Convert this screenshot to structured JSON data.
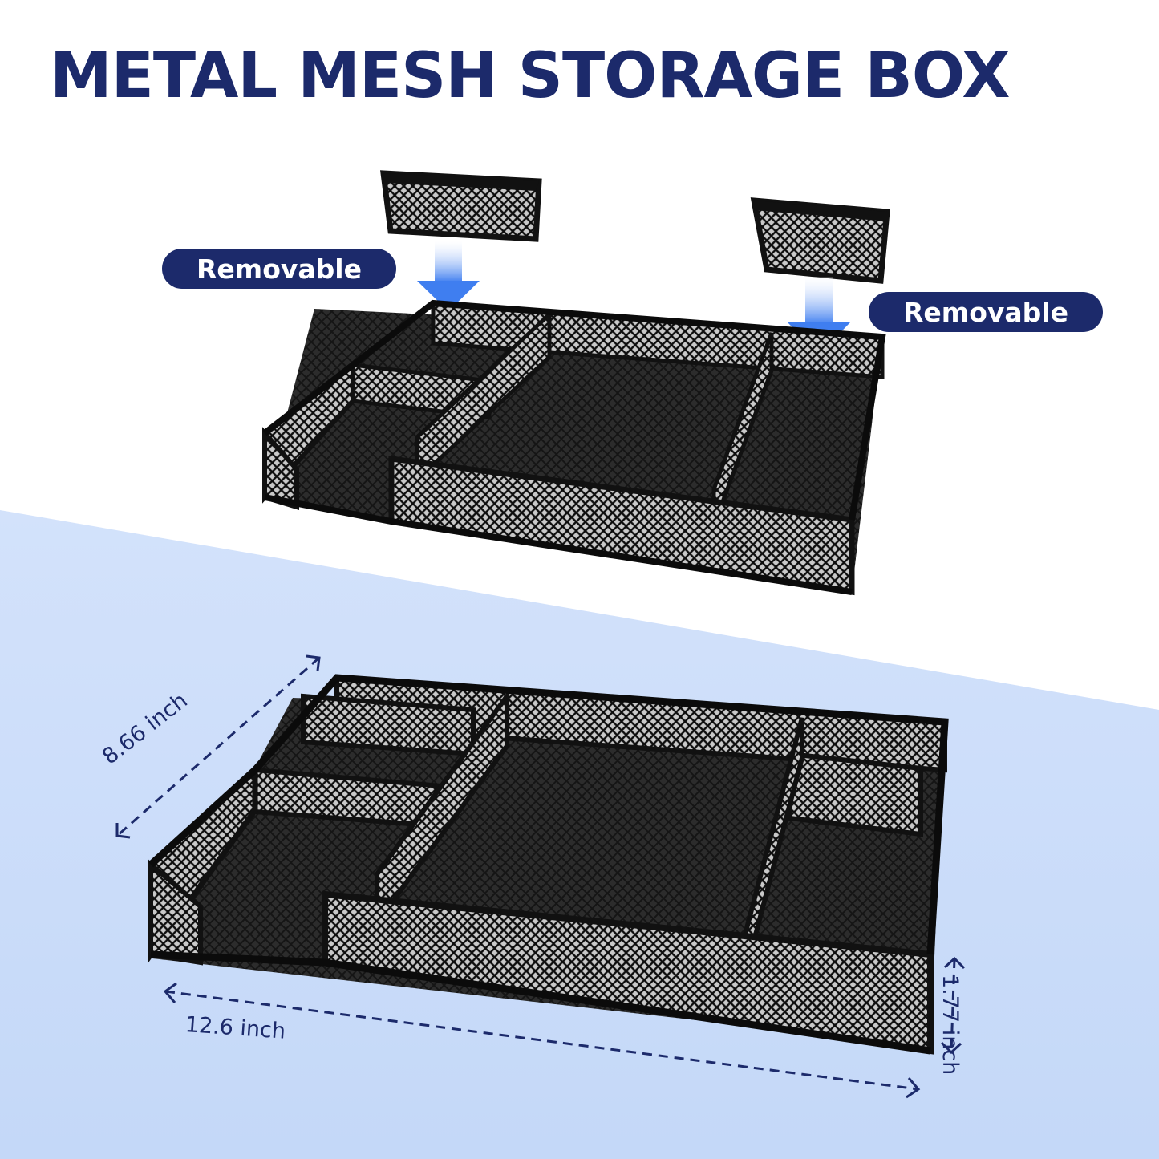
{
  "title": "METAL MESH STORAGE BOX",
  "callouts": {
    "left": "Removable",
    "right": "Removable"
  },
  "dimensions": {
    "depth": "8.66 inch",
    "width": "12.6 inch",
    "height": "1.77 inch"
  },
  "colors": {
    "navy": "#1c2a6b",
    "lower_background": "#c9dcfb",
    "arrow_blue": "#5c8df0",
    "product_black": "#111111"
  }
}
